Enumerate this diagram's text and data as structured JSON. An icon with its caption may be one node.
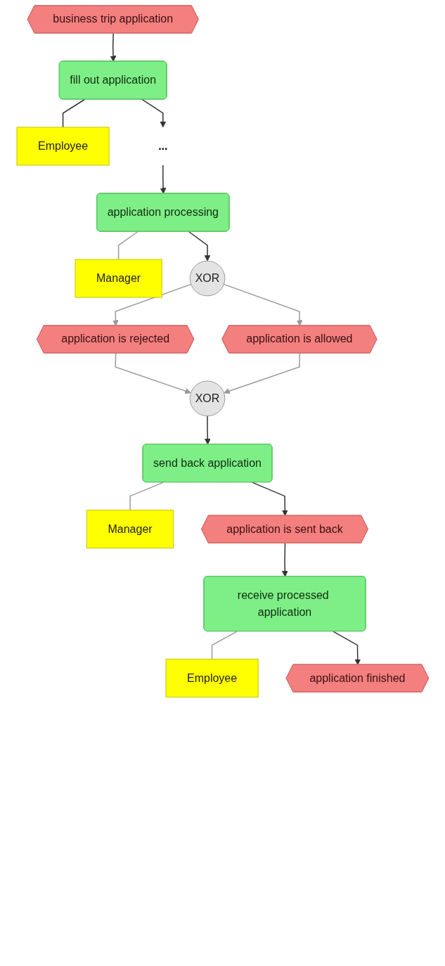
{
  "diagram": {
    "nodes": [
      {
        "text": [
          "business trip application"
        ]
      },
      {
        "text": [
          "fill out application"
        ]
      },
      {
        "text": [
          "Employee"
        ]
      },
      {
        "text": [
          "..."
        ]
      },
      {
        "text": [
          "application processing"
        ]
      },
      {
        "text": [
          "Manager"
        ]
      },
      {
        "text": [
          "XOR"
        ]
      },
      {
        "text": [
          "application is rejected"
        ]
      },
      {
        "text": [
          "application is allowed"
        ]
      },
      {
        "text": [
          "XOR"
        ]
      },
      {
        "text": [
          "send back application"
        ]
      },
      {
        "text": [
          "Manager"
        ]
      },
      {
        "text": [
          "application is sent back"
        ]
      },
      {
        "text": [
          "receive processed application"
        ]
      },
      {
        "text": [
          "Employee"
        ]
      },
      {
        "text": [
          "application finished"
        ]
      }
    ],
    "edges": [
      {
        "from": 0,
        "to": 1,
        "arrow": "to"
      },
      {
        "from": 1,
        "to": 2,
        "arrow": "none"
      },
      {
        "from": 1,
        "to": 3,
        "arrow": "to"
      },
      {
        "from": 3,
        "to": 4,
        "arrow": "to"
      },
      {
        "from": 4,
        "to": 5,
        "arrow": "none",
        "color": "#9a9a9a"
      },
      {
        "from": 4,
        "to": 6,
        "arrow": "to"
      },
      {
        "from": 6,
        "to": 7,
        "arrow": "to",
        "color": "#9a9a9a"
      },
      {
        "from": 6,
        "to": 8,
        "arrow": "to",
        "color": "#9a9a9a"
      },
      {
        "from": 7,
        "to": 9,
        "arrow": "to",
        "color": "#9a9a9a"
      },
      {
        "from": 8,
        "to": 9,
        "arrow": "to",
        "color": "#9a9a9a"
      },
      {
        "from": 9,
        "to": 10,
        "arrow": "to"
      },
      {
        "from": 10,
        "to": 11,
        "arrow": "none",
        "color": "#9a9a9a"
      },
      {
        "from": 10,
        "to": 12,
        "arrow": "to"
      },
      {
        "from": 12,
        "to": 13,
        "arrow": "to"
      },
      {
        "from": 13,
        "to": 14,
        "arrow": "none",
        "color": "#9a9a9a"
      },
      {
        "from": 13,
        "to": 15,
        "arrow": "to"
      }
    ]
  }
}
